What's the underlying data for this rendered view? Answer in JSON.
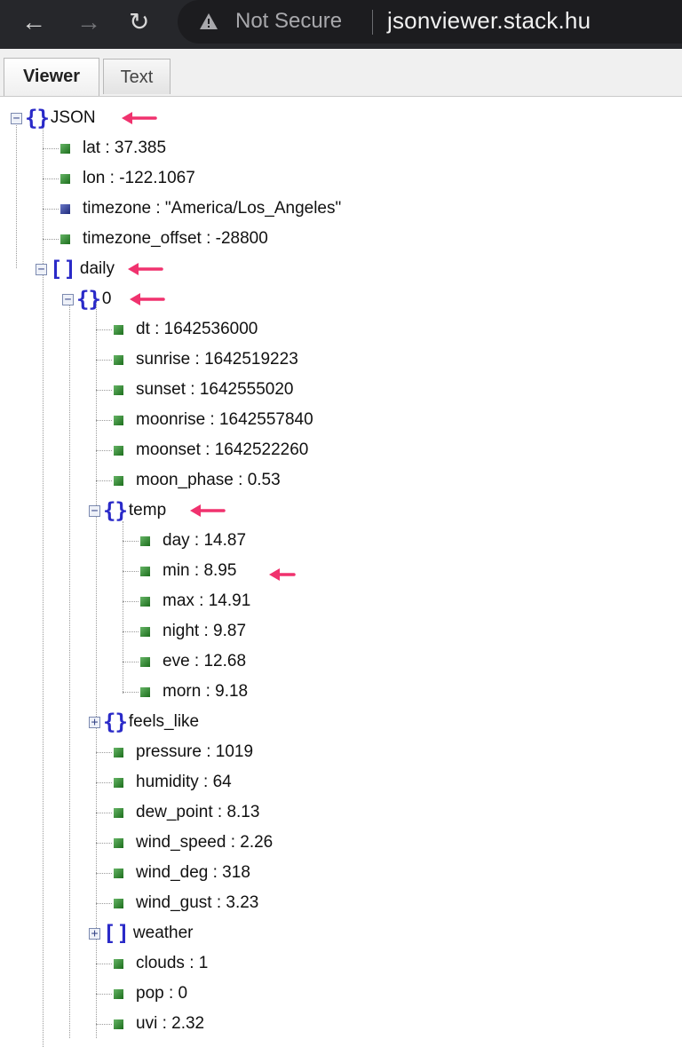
{
  "browser": {
    "back_icon": "arrow-left-icon",
    "forward_icon": "arrow-right-icon",
    "reload_icon": "reload-icon",
    "security_label": "Not Secure",
    "domain": "jsonviewer.stack.hu"
  },
  "tabs": {
    "viewer": "Viewer",
    "text": "Text"
  },
  "tree": {
    "root": "JSON",
    "lat": "lat : 37.385",
    "lon": "lon : -122.1067",
    "timezone": "timezone : \"America/Los_Angeles\"",
    "timezone_offset": "timezone_offset : -28800",
    "daily": "daily",
    "item0": "0",
    "dt": "dt : 1642536000",
    "sunrise": "sunrise : 1642519223",
    "sunset": "sunset : 1642555020",
    "moonrise": "moonrise : 1642557840",
    "moonset": "moonset : 1642522260",
    "moon_phase": "moon_phase : 0.53",
    "temp": "temp",
    "day": "day : 14.87",
    "min": "min : 8.95",
    "max": "max : 14.91",
    "night": "night : 9.87",
    "eve": "eve : 12.68",
    "morn": "morn : 9.18",
    "feels_like": "feels_like",
    "pressure": "pressure : 1019",
    "humidity": "humidity : 64",
    "dew_point": "dew_point : 8.13",
    "wind_speed": "wind_speed : 2.26",
    "wind_deg": "wind_deg : 318",
    "wind_gust": "wind_gust : 3.23",
    "weather": "weather",
    "clouds": "clouds : 1",
    "pop": "pop : 0",
    "uvi": "uvi : 2.32"
  },
  "colors": {
    "annotation_arrow": "#f0326e",
    "object_brace": "#2a2ac8",
    "leaf_number": "#2e8b2e",
    "leaf_string": "#2a3a9a"
  }
}
